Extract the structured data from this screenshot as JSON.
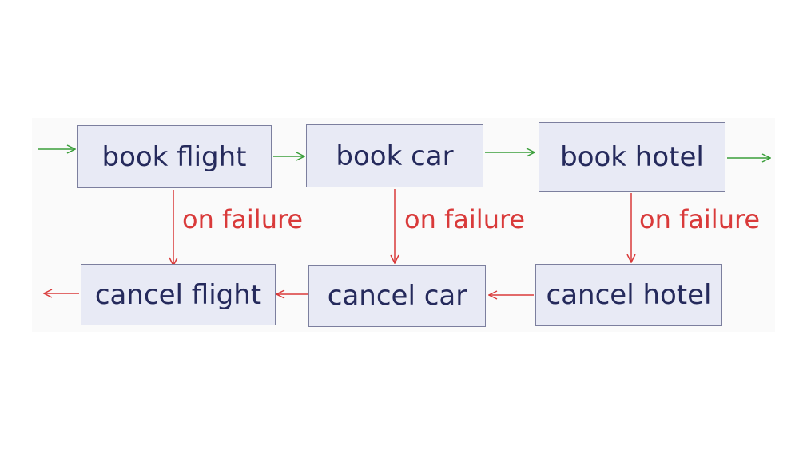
{
  "colors": {
    "box_fill": "#e8eaf5",
    "box_border": "#7c7f9e",
    "box_text": "#252a5c",
    "success_arrow": "#3a9e3a",
    "failure_arrow": "#d93a3a"
  },
  "steps": [
    {
      "action": "book flight",
      "compensation": "cancel flight",
      "failure_label": "on failure"
    },
    {
      "action": "book car",
      "compensation": "cancel car",
      "failure_label": "on failure"
    },
    {
      "action": "book hotel",
      "compensation": "cancel hotel",
      "failure_label": "on failure"
    }
  ]
}
